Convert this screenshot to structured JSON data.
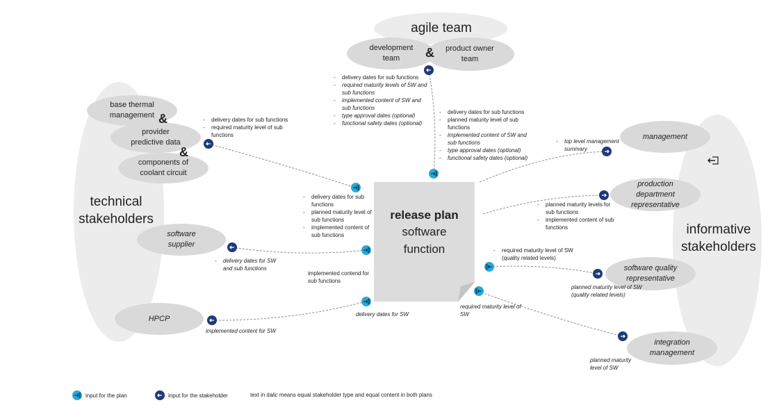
{
  "groups": {
    "technical": "technical stakeholders",
    "informative": "informative stakeholders",
    "agile": "agile team"
  },
  "center": {
    "title": "release plan",
    "line2": "software",
    "line3": "function"
  },
  "nodes": {
    "development_team": "development team",
    "product_owner_team": "product owner team",
    "base_thermal": "base thermal management",
    "provider_predictive": "provider predictive data",
    "coolant": "components of coolant circuit",
    "software_supplier": "software supplier",
    "hpcp": "HPCP",
    "management": "management",
    "production_rep": "production department representative",
    "sw_quality_rep": "software quality representative",
    "integration_mgmt": "integration management",
    "amp": "&"
  },
  "notes": {
    "agile_to_plan": [
      "delivery dates for sub functions",
      "required maturity levels of SW and sub functions",
      "implemented content of SW  and sub functions",
      "type approval dates (optional)",
      "functional safety dates (optional)"
    ],
    "plan_to_agile": [
      "delivery dates for sub functions",
      "planned maturity level of sub functions",
      "implemented content of SW and sub functions",
      "type approval dates (optional)",
      "functional safety dates (optional)"
    ],
    "thermal_to_plan": [
      "delivery dates for sub functions",
      "required maturity level of sub functions"
    ],
    "plan_to_thermal": [
      "delivery dates for sub functions",
      "planned maturity level of sub functions",
      "implemented content of sub functions"
    ],
    "management": [
      "top level management summary"
    ],
    "production": [
      "planned maturity levels for sub functions",
      "implemented content of sub functions"
    ],
    "quality_in": [
      "required maturity level of SW (quality related levels)"
    ],
    "supplier": [
      "delivery dates for SW and sub functions"
    ]
  },
  "captions": {
    "supplier_impl": "implemented contend for sub functions",
    "hpcp_delivery": "delivery dates for SW",
    "hpcp_impl": "implemented content for SW",
    "quality_out": "planned maturity level of SW  (quality related levels)",
    "integration_in": "required maturity level of SW",
    "integration_out": "planned maturity level of SW"
  },
  "legend": {
    "input_plan": "input for the plan",
    "input_stakeholder": "input for the stakeholder",
    "italic_prefix": "text in ",
    "italic_word": "italic",
    "italic_suffix": " means equal stakeholder type and equal content in both plans"
  },
  "colors": {
    "ellipse": "#d9d9d9",
    "plan_icon": "#29a8d8",
    "stakeholder_icon": "#1f3a7a",
    "line": "#8c8c8c"
  },
  "icons": {
    "plan": "arrow-into-box-icon",
    "stakeholder": "arrow-back-icon",
    "exit": "exit-door-icon"
  }
}
